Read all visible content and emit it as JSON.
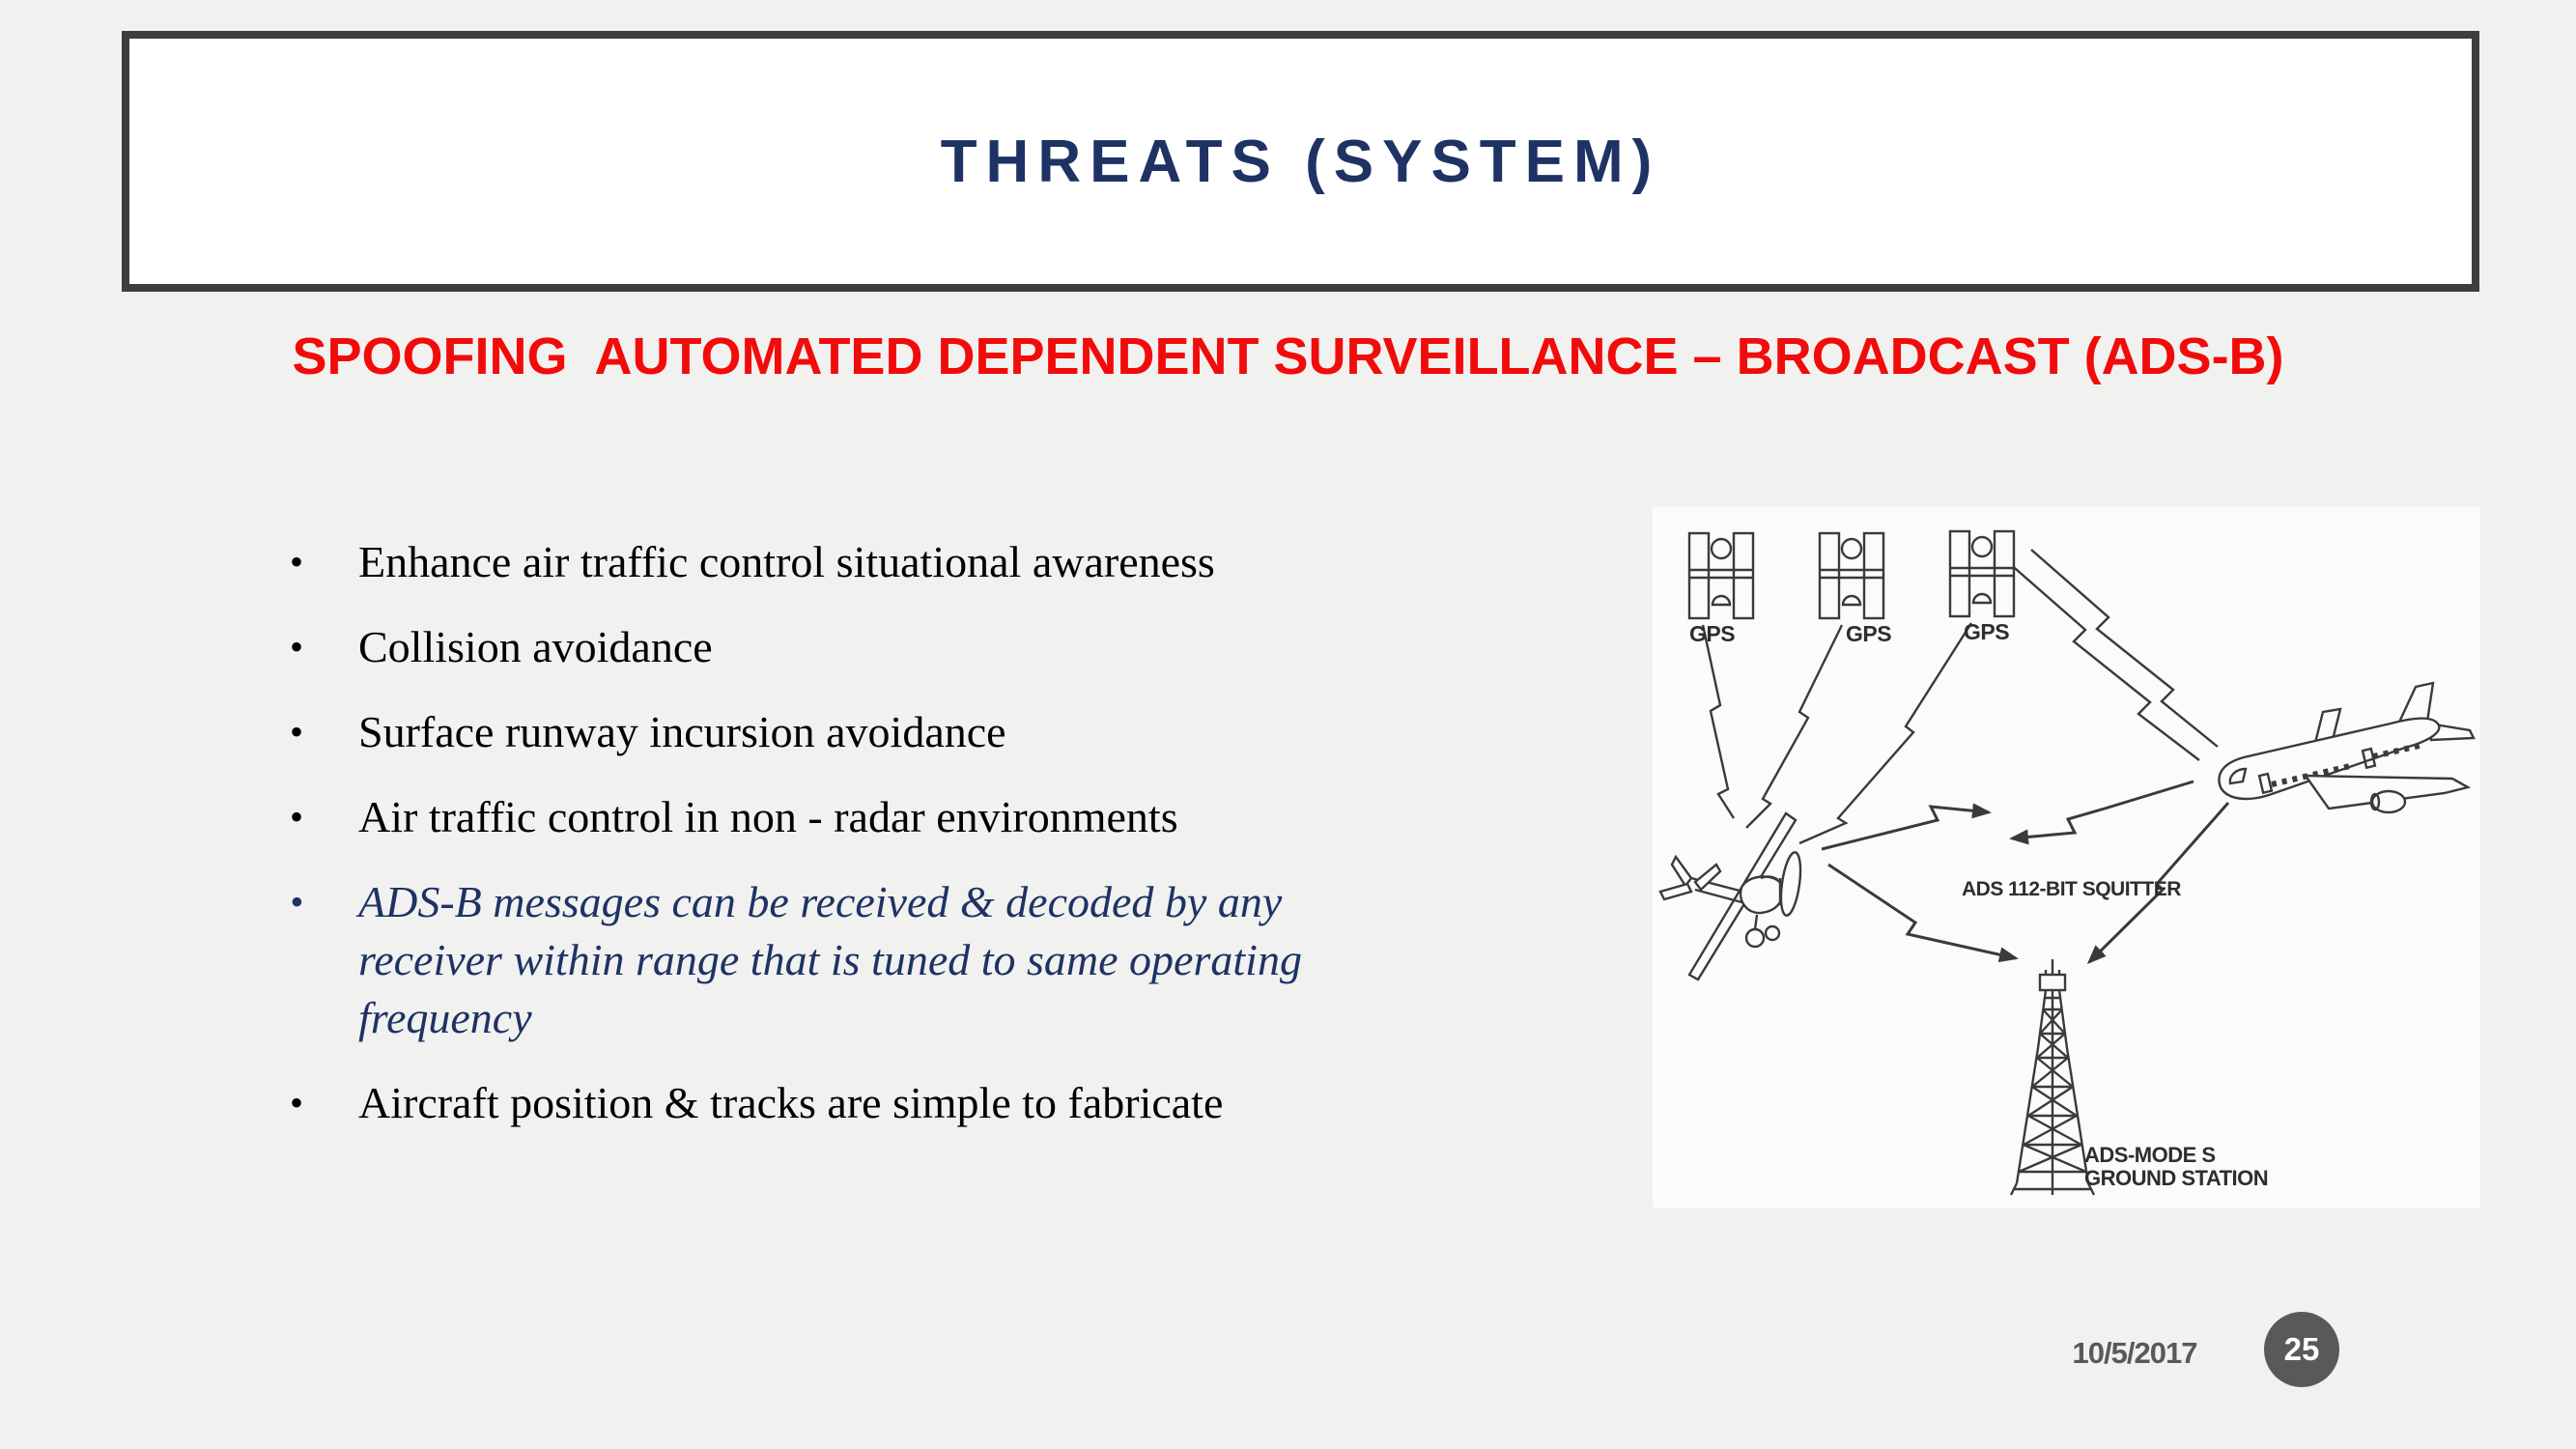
{
  "slide": {
    "title": "THREATS (SYSTEM)",
    "subtitle": "SPOOFING  AUTOMATED DEPENDENT SURVEILLANCE – BROADCAST (ADS-B)",
    "bullets": {
      "marker": "•",
      "items": [
        {
          "lines": [
            "Enhance air traffic control situational awareness"
          ]
        },
        {
          "lines": [
            "Collision avoidance"
          ]
        },
        {
          "lines": [
            "Surface runway incursion avoidance"
          ]
        },
        {
          "lines": [
            "Air traffic control in non - radar environments"
          ]
        },
        {
          "lines": [
            "ADS-B messages can be received & decoded by any",
            "receiver within range that is tuned to same operating",
            "frequency"
          ]
        },
        {
          "lines": [
            "Aircraft position & tracks are simple to fabricate"
          ]
        }
      ]
    },
    "diagram": {
      "gps_label": "GPS",
      "squitter_label": "ADS 112-BIT SQUITTER",
      "ground_station_label_line1": "ADS-MODE S",
      "ground_station_label_line2": "GROUND STATION"
    },
    "footer": {
      "date": "10/5/2017",
      "page_number": "25"
    },
    "colors": {
      "background": "#f1f1f0",
      "title_navy": "#1e3264",
      "accent_red": "#f20b0b",
      "border_gray": "#3e3e3e",
      "footer_gray": "#595959",
      "diagram_ink": "#3a3a3a"
    }
  }
}
